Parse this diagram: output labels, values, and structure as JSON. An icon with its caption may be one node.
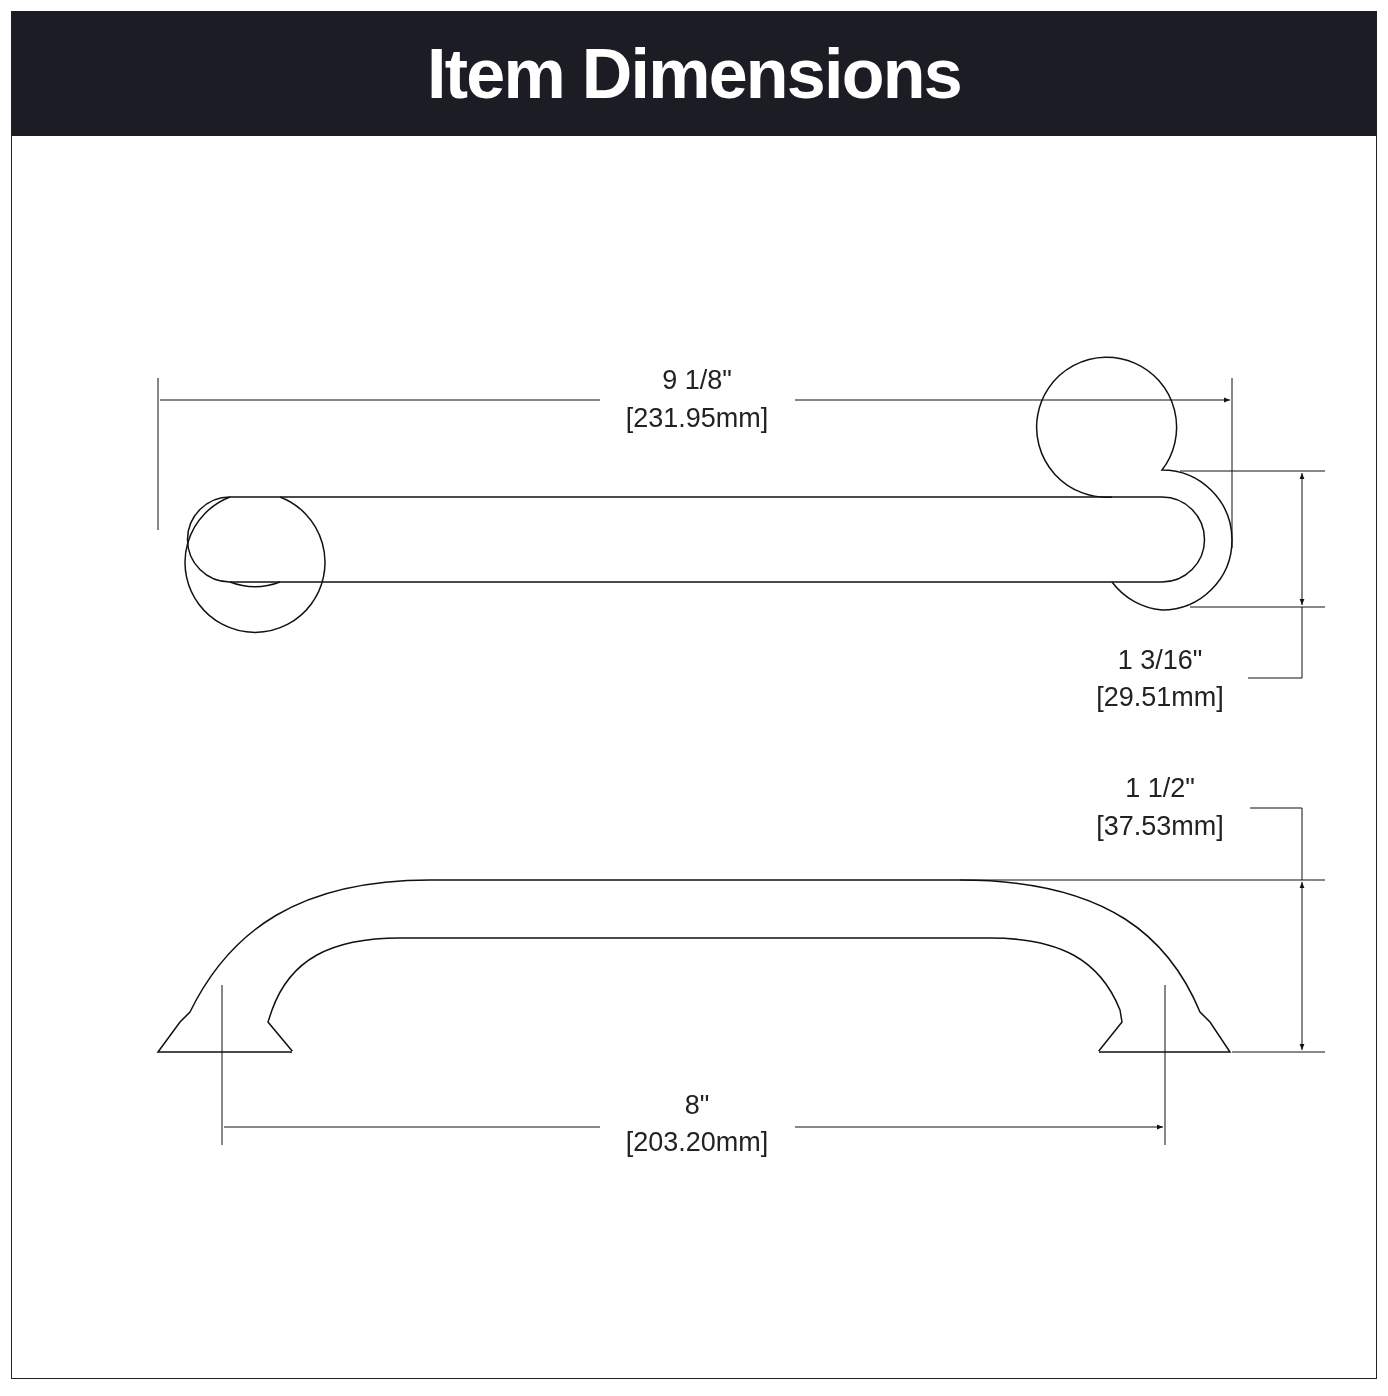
{
  "diagram": {
    "title": "Item Dimensions",
    "labels": [
      "9 1/8\"",
      "[231.95mm]",
      "1 3/16\"",
      "[29.51mm]",
      "1 1/2\"",
      "[37.53mm]",
      "8\"",
      "[203.20mm]"
    ]
  }
}
